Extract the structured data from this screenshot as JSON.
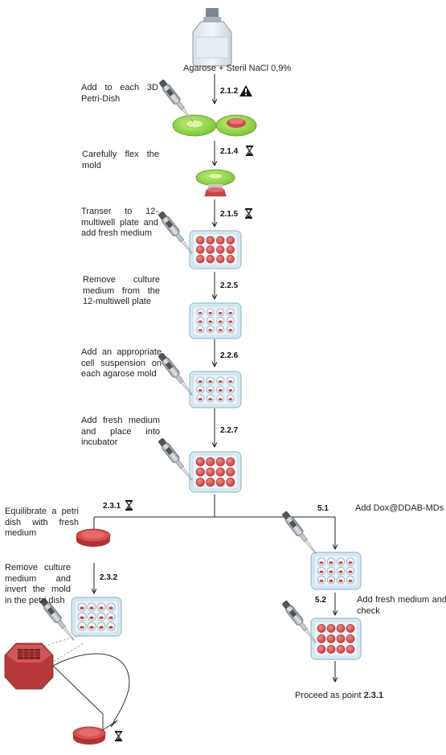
{
  "reagent": {
    "label": "Agarose + Steril NaCl 0,9%"
  },
  "steps": [
    {
      "code": "2.1.2",
      "text": "Add to each 3D Petri-Dish",
      "marker": "warning-icon"
    },
    {
      "code": "2.1.4",
      "text": "Carefully flex the mold",
      "marker": "hourglass-icon"
    },
    {
      "code": "2.1.5",
      "text": "Transer to 12-multiwell plate and add fresh medium",
      "marker": "hourglass-icon"
    },
    {
      "code": "2.2.5",
      "text": "Remove culture medium from the 12-multiwell plate"
    },
    {
      "code": "2.2.6",
      "text": "Add an appropriate cell suspension on each agarose mold"
    },
    {
      "code": "2.2.7",
      "text": "Add fresh medium and place into incubator"
    }
  ],
  "left_branch": [
    {
      "code": "2.3.1",
      "text": "Equilibrate a petri dish with fresh medium",
      "marker": "hourglass-icon"
    },
    {
      "code": "2.3.2",
      "text": "Remove culture medium and invert the mold in the petri dish"
    }
  ],
  "right_branch": [
    {
      "code": "5.1",
      "text": "Add Dox@DDAB-MDs"
    },
    {
      "code": "5.2",
      "text": "Add fresh medium and check"
    }
  ],
  "final": {
    "prefix": "Proceed as point",
    "ref": "2.3.1"
  },
  "colors": {
    "agarose_green": "#8fd14f",
    "medium_red": "#d94b4b",
    "plate_blue": "#cfe3ee",
    "arrow": "#222222"
  }
}
